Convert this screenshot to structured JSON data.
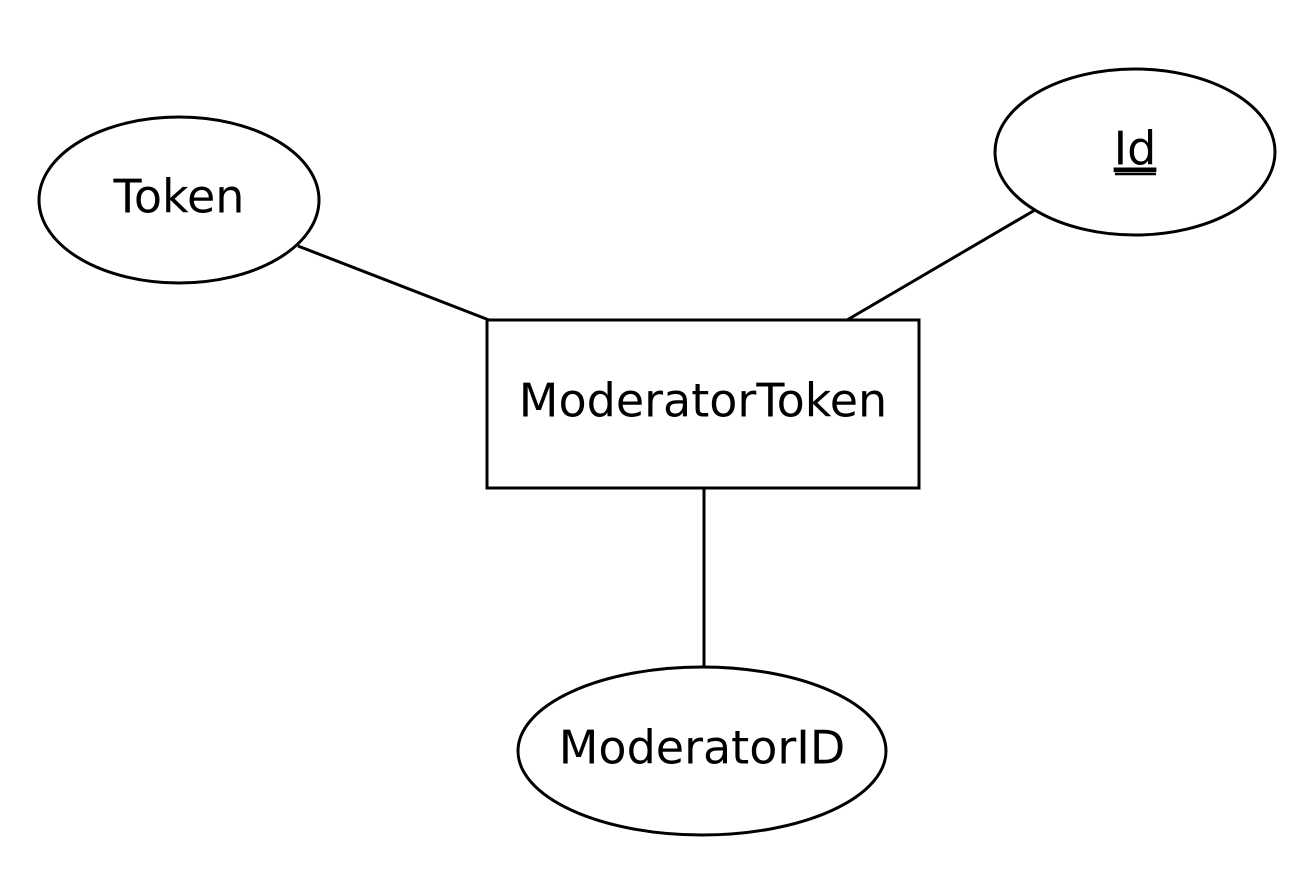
{
  "diagram": {
    "entity": {
      "label": "ModeratorToken"
    },
    "attributes": {
      "token": {
        "label": "Token",
        "is_key": false
      },
      "id": {
        "label": "Id",
        "is_key": true
      },
      "moderator_id": {
        "label": "ModeratorID",
        "is_key": false
      }
    }
  }
}
